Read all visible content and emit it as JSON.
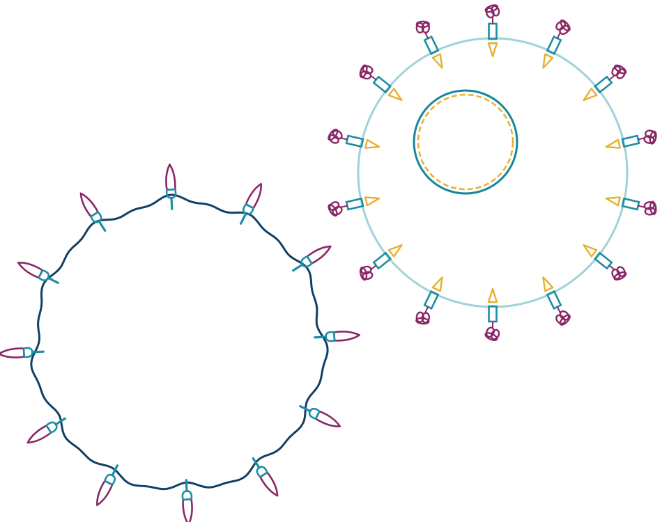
{
  "colors": {
    "background": "#ffffff",
    "left_membrane": "#123f66",
    "right_outer_membrane": "#9fd3d8",
    "right_inner_membrane": "#14879b",
    "inner_dashed_ring": "#e6b02e",
    "connector_teal": "#1b8ea6",
    "tip_magenta": "#8b2768",
    "triangle_amber": "#e6b02e"
  },
  "left_structure": {
    "shape": "wavy-ring",
    "spike_count": 12,
    "spike_icon": "teardrop-spike-icon"
  },
  "right_structure": {
    "shape": "concentric-rings",
    "spike_count": 14,
    "inner_ring_style": "dashed",
    "spike_icon": "rectangle-triangle-knot-spike-icon"
  }
}
